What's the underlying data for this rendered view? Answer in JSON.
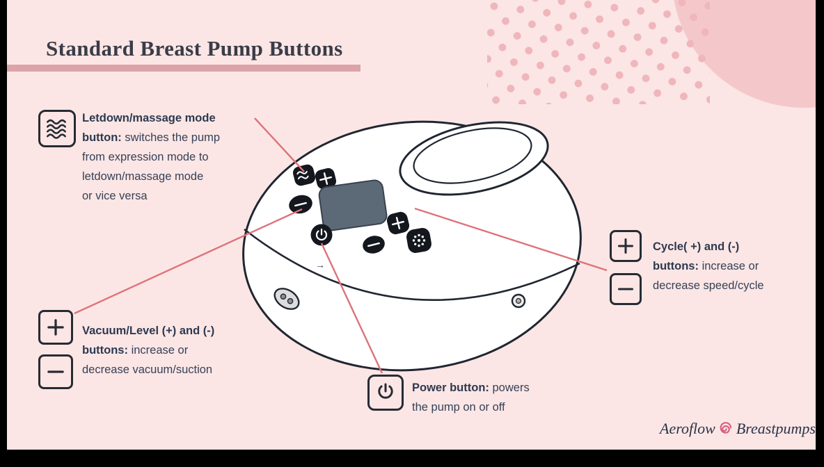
{
  "title": "Standard Breast Pump Buttons",
  "callouts": {
    "letdown": {
      "bold": "Letdown/massage mode\nbutton:",
      "rest": "switches the pump\nfrom expression mode to\nletdown/massage mode\nor vice versa"
    },
    "cycle": {
      "bold": "Cycle( +) and (-)\nbuttons:",
      "rest": "increase or\ndecrease speed/cycle"
    },
    "vacuum": {
      "bold": "Vacuum/Level (+) and (-)\nbuttons:",
      "rest": "increase or\ndecrease vacuum/suction"
    },
    "power": {
      "bold": "Power button:",
      "rest": "powers\nthe pump on or off"
    }
  },
  "pump": {
    "arrow": "→"
  },
  "logo": {
    "left": "Aeroflow",
    "right": "Breastpumps"
  },
  "icons": {
    "letdown": "wave-icon",
    "cycle_plus": "plus-icon",
    "cycle_minus": "minus-icon",
    "vacuum_plus": "plus-icon",
    "vacuum_minus": "minus-icon",
    "power": "power-icon",
    "logo_mark": "swirl-icon"
  },
  "colors": {
    "background": "#fbe6e5",
    "frame": "#000000",
    "title_text": "#3a3c47",
    "title_underline": "#dca4a8",
    "body_text": "#364158",
    "callout_line": "#dd737a",
    "outline": "#202631",
    "screen": "#5c6a78",
    "decor_circle": "#f4c8ca",
    "decor_dots": "#efb6bb",
    "logo_accent": "#d8617e"
  }
}
